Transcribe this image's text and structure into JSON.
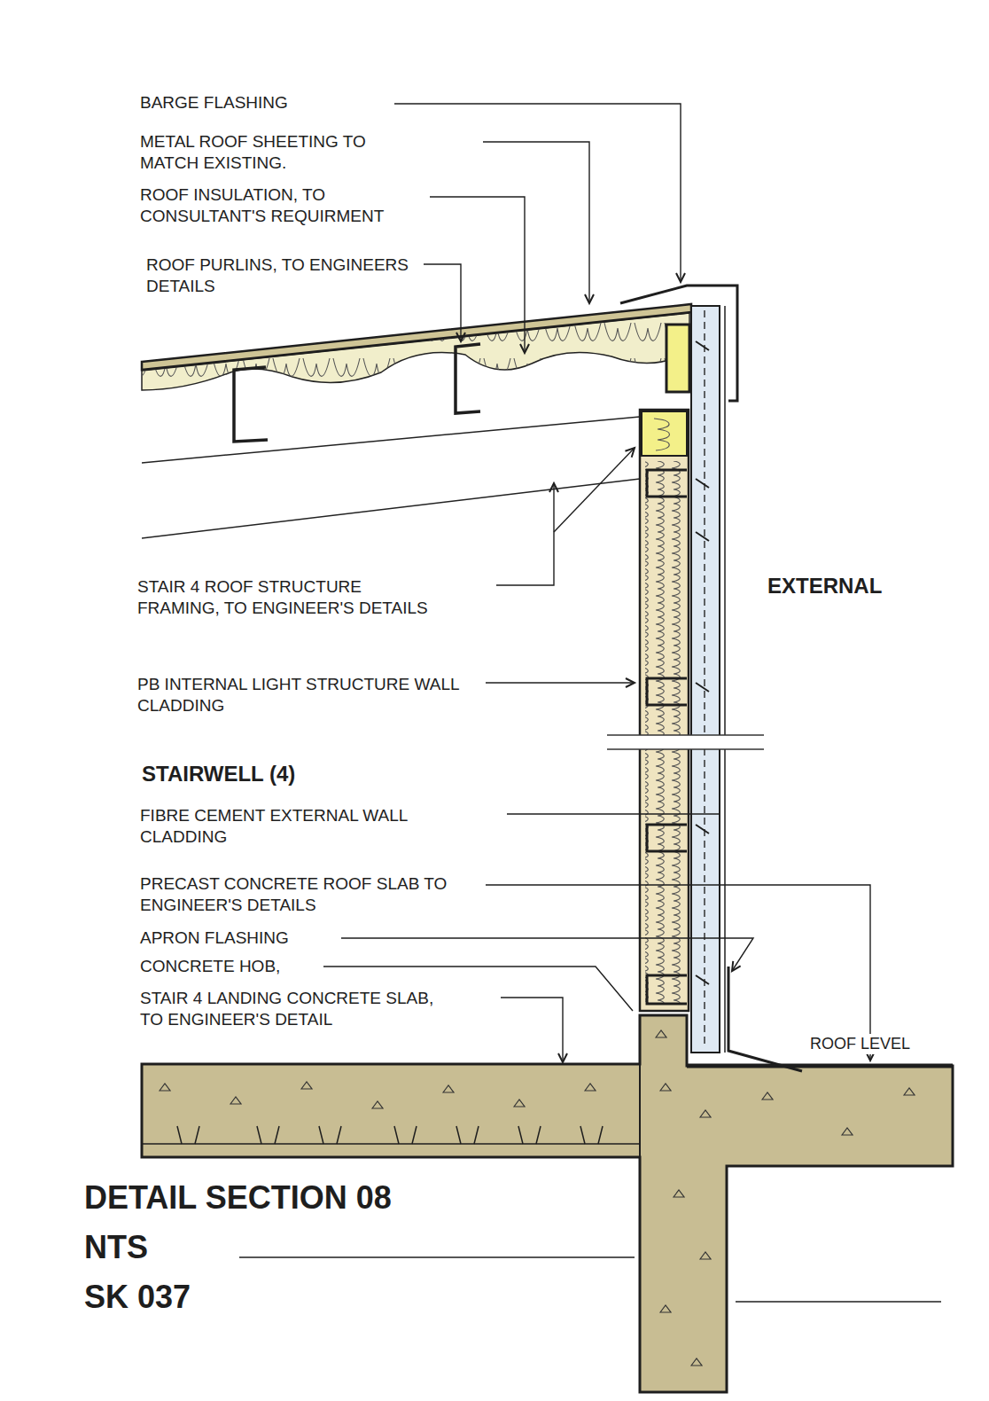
{
  "diagram": {
    "title": "DETAIL SECTION 08",
    "labels": [
      "BARGE FLASHING",
      "METAL ROOF SHEETING TO MATCH EXISTING.",
      "ROOF INSULATION, TO CONSULTANT'S REQUIRMENT",
      "ROOF PURLINS, TO ENGINEERS DETAILS",
      "STAIR 4 ROOF STRUCTURE FRAMING, TO ENGINEER'S DETAILS",
      "PB INTERNAL LIGHT STRUCTURE WALL CLADDING",
      "STAIRWELL (4)",
      "FIBRE CEMENT EXTERNAL WALL CLADDING",
      "PRECAST CONCRETE ROOF SLAB TO ENGINEER'S DETAILS",
      "APRON FLASHING",
      "CONCRETE HOB,",
      "STAIR 4 LANDING CONCRETE SLAB, TO ENGINEER'S DETAIL",
      "EXTERNAL",
      "ROOF LEVEL",
      "NTS",
      "SK 037"
    ]
  }
}
